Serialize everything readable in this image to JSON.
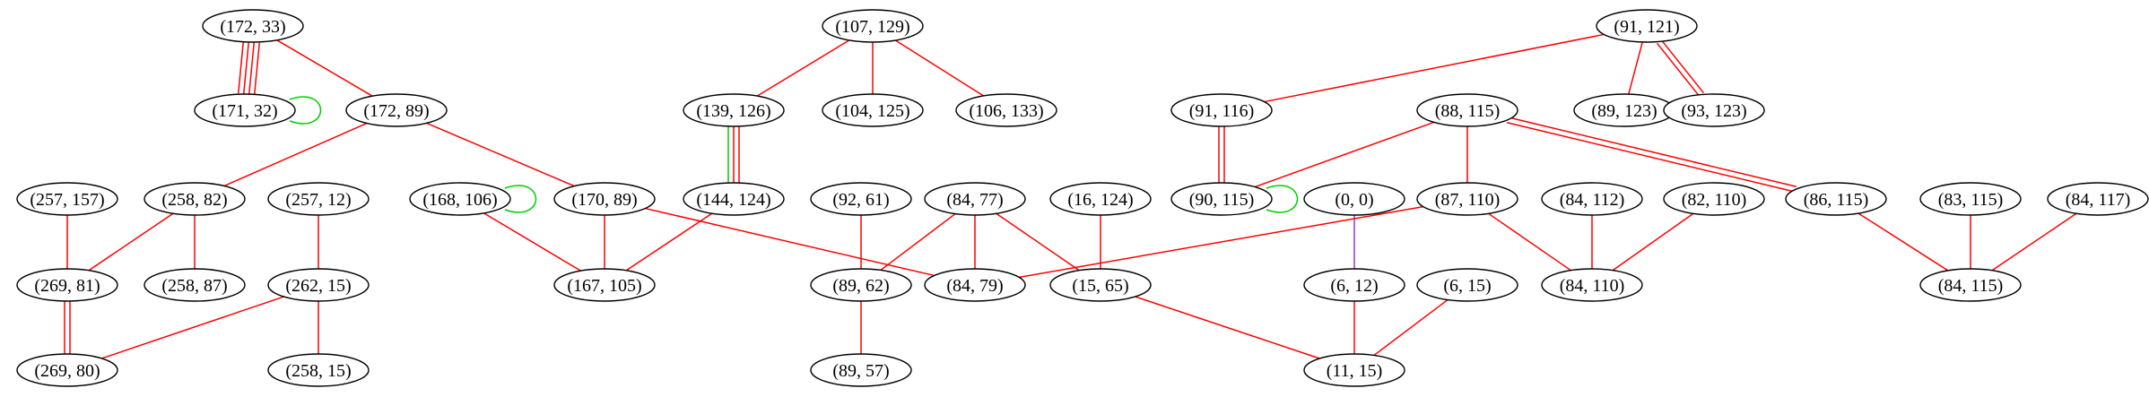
{
  "colors": {
    "red": "#ff0000",
    "green": "#00cc00",
    "purple": "#9a32cd"
  },
  "nodes": [
    {
      "id": "172_33",
      "label": "(172, 33)"
    },
    {
      "id": "171_32",
      "label": "(171, 32)"
    },
    {
      "id": "172_89",
      "label": "(172, 89)"
    },
    {
      "id": "257_157",
      "label": "(257, 157)"
    },
    {
      "id": "258_82",
      "label": "(258, 82)"
    },
    {
      "id": "257_12",
      "label": "(257, 12)"
    },
    {
      "id": "168_106",
      "label": "(168, 106)"
    },
    {
      "id": "170_89",
      "label": "(170, 89)"
    },
    {
      "id": "269_81",
      "label": "(269, 81)"
    },
    {
      "id": "258_87",
      "label": "(258, 87)"
    },
    {
      "id": "262_15",
      "label": "(262, 15)"
    },
    {
      "id": "167_105",
      "label": "(167, 105)"
    },
    {
      "id": "269_80",
      "label": "(269, 80)"
    },
    {
      "id": "258_15",
      "label": "(258, 15)"
    },
    {
      "id": "107_129",
      "label": "(107, 129)"
    },
    {
      "id": "139_126",
      "label": "(139, 126)"
    },
    {
      "id": "104_125",
      "label": "(104, 125)"
    },
    {
      "id": "106_133",
      "label": "(106, 133)"
    },
    {
      "id": "144_124",
      "label": "(144, 124)"
    },
    {
      "id": "92_61",
      "label": "(92, 61)"
    },
    {
      "id": "84_77",
      "label": "(84, 77)"
    },
    {
      "id": "16_124",
      "label": "(16, 124)"
    },
    {
      "id": "89_62",
      "label": "(89, 62)"
    },
    {
      "id": "84_79",
      "label": "(84, 79)"
    },
    {
      "id": "15_65",
      "label": "(15, 65)"
    },
    {
      "id": "89_57",
      "label": "(89, 57)"
    },
    {
      "id": "91_121",
      "label": "(91, 121)"
    },
    {
      "id": "91_116",
      "label": "(91, 116)"
    },
    {
      "id": "89_123",
      "label": "(89, 123)"
    },
    {
      "id": "93_123",
      "label": "(93, 123)"
    },
    {
      "id": "88_115",
      "label": "(88, 115)"
    },
    {
      "id": "90_115",
      "label": "(90, 115)"
    },
    {
      "id": "0_0",
      "label": "(0, 0)"
    },
    {
      "id": "87_110",
      "label": "(87, 110)"
    },
    {
      "id": "84_112",
      "label": "(84, 112)"
    },
    {
      "id": "82_110",
      "label": "(82, 110)"
    },
    {
      "id": "86_115",
      "label": "(86, 115)"
    },
    {
      "id": "83_115",
      "label": "(83, 115)"
    },
    {
      "id": "84_117",
      "label": "(84, 117)"
    },
    {
      "id": "6_12",
      "label": "(6, 12)"
    },
    {
      "id": "6_15",
      "label": "(6, 15)"
    },
    {
      "id": "84_110",
      "label": "(84, 110)"
    },
    {
      "id": "84_115",
      "label": "(84, 115)"
    },
    {
      "id": "11_15",
      "label": "(11, 15)"
    }
  ],
  "edges": [
    {
      "source": "172_33",
      "target": "171_32",
      "color": "red",
      "count": 4
    },
    {
      "source": "172_33",
      "target": "172_89",
      "color": "red",
      "count": 1
    },
    {
      "source": "171_32",
      "target": "171_32",
      "color": "green",
      "count": 1
    },
    {
      "source": "172_89",
      "target": "258_82",
      "color": "red",
      "count": 1
    },
    {
      "source": "172_89",
      "target": "170_89",
      "color": "red",
      "count": 1
    },
    {
      "source": "257_157",
      "target": "269_81",
      "color": "red",
      "count": 1
    },
    {
      "source": "258_82",
      "target": "269_81",
      "color": "red",
      "count": 1
    },
    {
      "source": "258_82",
      "target": "258_87",
      "color": "red",
      "count": 1
    },
    {
      "source": "257_12",
      "target": "262_15",
      "color": "red",
      "count": 1
    },
    {
      "source": "168_106",
      "target": "168_106",
      "color": "green",
      "count": 1
    },
    {
      "source": "168_106",
      "target": "167_105",
      "color": "red",
      "count": 1
    },
    {
      "source": "170_89",
      "target": "167_105",
      "color": "red",
      "count": 1
    },
    {
      "source": "170_89",
      "target": "84_79",
      "color": "red",
      "count": 1
    },
    {
      "source": "269_81",
      "target": "269_80",
      "color": "red",
      "count": 2
    },
    {
      "source": "262_15",
      "target": "269_80",
      "color": "red",
      "count": 1
    },
    {
      "source": "262_15",
      "target": "258_15",
      "color": "red",
      "count": 1
    },
    {
      "source": "107_129",
      "target": "139_126",
      "color": "red",
      "count": 1
    },
    {
      "source": "107_129",
      "target": "104_125",
      "color": "red",
      "count": 1
    },
    {
      "source": "107_129",
      "target": "106_133",
      "color": "red",
      "count": 1
    },
    {
      "source": "139_126",
      "target": "144_124",
      "color": "red",
      "count": 2
    },
    {
      "source": "139_126",
      "target": "144_124",
      "color": "green",
      "count": 1
    },
    {
      "source": "144_124",
      "target": "167_105",
      "color": "red",
      "count": 1
    },
    {
      "source": "92_61",
      "target": "89_62",
      "color": "red",
      "count": 1
    },
    {
      "source": "84_77",
      "target": "89_62",
      "color": "red",
      "count": 1
    },
    {
      "source": "84_77",
      "target": "84_79",
      "color": "red",
      "count": 1
    },
    {
      "source": "84_77",
      "target": "15_65",
      "color": "red",
      "count": 1
    },
    {
      "source": "16_124",
      "target": "15_65",
      "color": "red",
      "count": 1
    },
    {
      "source": "89_62",
      "target": "89_57",
      "color": "red",
      "count": 1
    },
    {
      "source": "15_65",
      "target": "11_15",
      "color": "red",
      "count": 1
    },
    {
      "source": "91_121",
      "target": "91_116",
      "color": "red",
      "count": 1
    },
    {
      "source": "91_121",
      "target": "89_123",
      "color": "red",
      "count": 1
    },
    {
      "source": "91_121",
      "target": "93_123",
      "color": "red",
      "count": 2
    },
    {
      "source": "91_116",
      "target": "90_115",
      "color": "red",
      "count": 2
    },
    {
      "source": "90_115",
      "target": "90_115",
      "color": "green",
      "count": 1
    },
    {
      "source": "88_115",
      "target": "90_115",
      "color": "red",
      "count": 1
    },
    {
      "source": "88_115",
      "target": "87_110",
      "color": "red",
      "count": 1
    },
    {
      "source": "88_115",
      "target": "86_115",
      "color": "red",
      "count": 2
    },
    {
      "source": "0_0",
      "target": "6_12",
      "color": "purple",
      "count": 1
    },
    {
      "source": "87_110",
      "target": "84_79",
      "color": "red",
      "count": 1
    },
    {
      "source": "87_110",
      "target": "84_110",
      "color": "red",
      "count": 1
    },
    {
      "source": "84_112",
      "target": "84_110",
      "color": "red",
      "count": 1
    },
    {
      "source": "82_110",
      "target": "84_110",
      "color": "red",
      "count": 1
    },
    {
      "source": "86_115",
      "target": "84_115",
      "color": "red",
      "count": 1
    },
    {
      "source": "83_115",
      "target": "84_115",
      "color": "red",
      "count": 1
    },
    {
      "source": "84_117",
      "target": "84_115",
      "color": "red",
      "count": 1
    },
    {
      "source": "6_12",
      "target": "11_15",
      "color": "red",
      "count": 1
    },
    {
      "source": "6_15",
      "target": "11_15",
      "color": "red",
      "count": 1
    }
  ]
}
